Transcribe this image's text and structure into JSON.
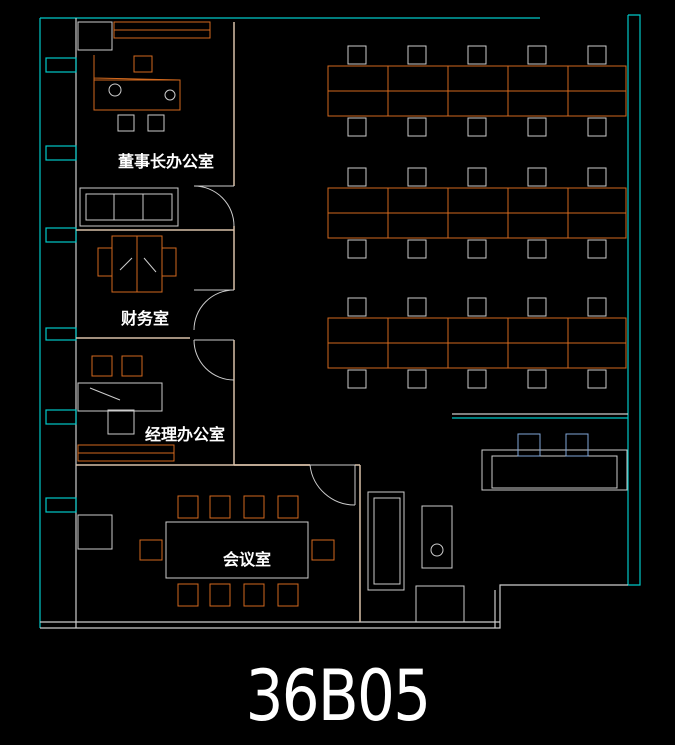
{
  "plan": {
    "unit_code": "36B05",
    "rooms": {
      "chairman_office": "董事长办公室",
      "finance_room": "财务室",
      "manager_office": "经理办公室",
      "meeting_room": "会议室"
    },
    "colors": {
      "wall": "#ffffff",
      "glass": "#00c8c8",
      "furniture": "#d2691e",
      "fixture": "#ffffff",
      "accent": "#7fa6d9",
      "background": "#000000"
    }
  }
}
